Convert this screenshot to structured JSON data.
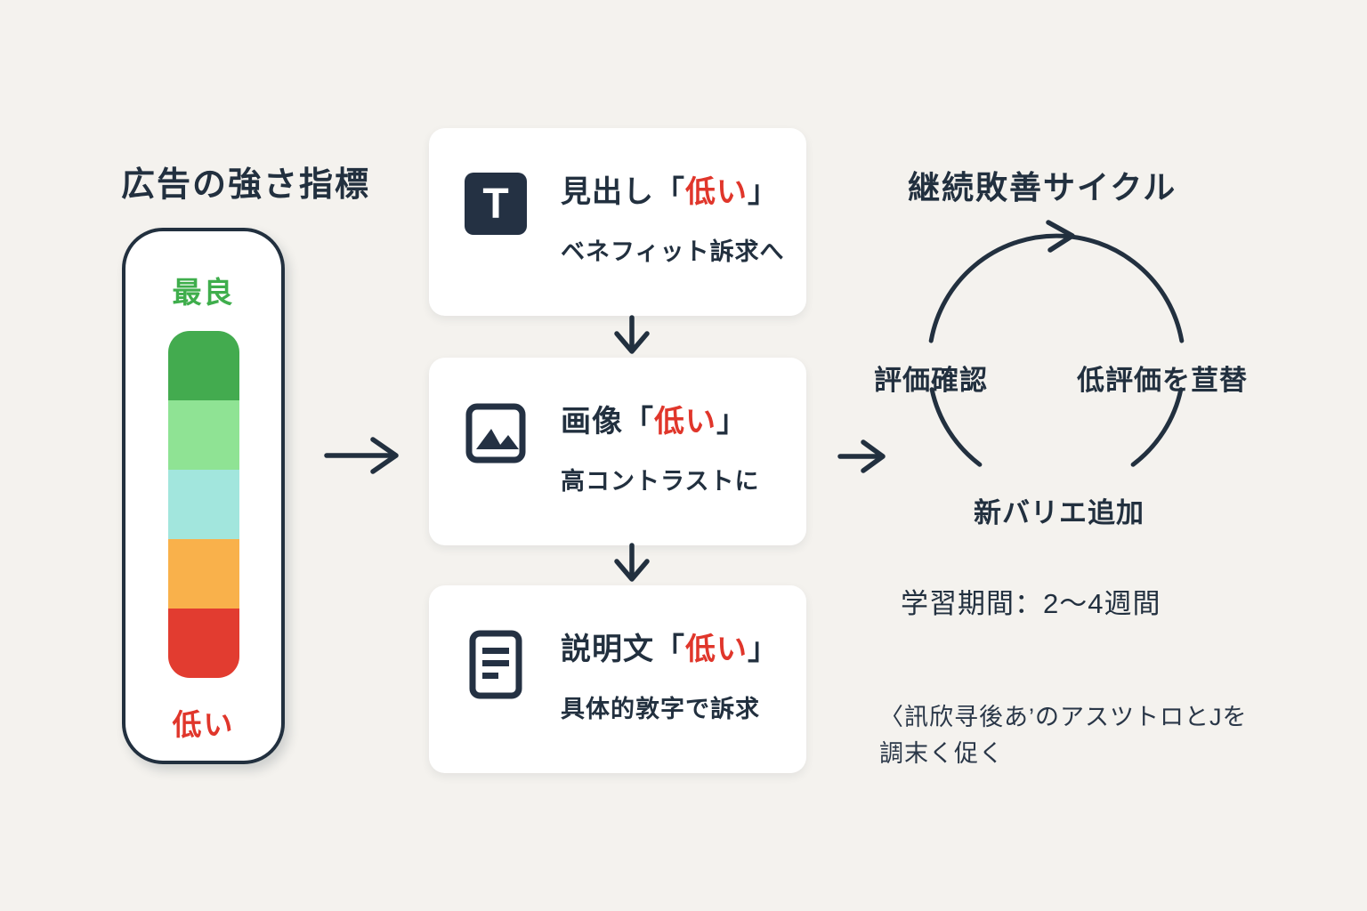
{
  "colors": {
    "background": "#f4f2ee",
    "ink": "#22303f",
    "accent_red": "#e0362b",
    "accent_green": "#3fae4c",
    "card_bg": "#ffffff"
  },
  "left_panel": {
    "title": "広告の強さ指標",
    "scale": {
      "top_label": "最良",
      "bottom_label": "低い",
      "segments": [
        {
          "name": "best",
          "color": "#43ab4f"
        },
        {
          "name": "very-good",
          "color": "#8fe394"
        },
        {
          "name": "average",
          "color": "#a2e6dd"
        },
        {
          "name": "poor",
          "color": "#f9b14b"
        },
        {
          "name": "low",
          "color": "#e23c30"
        }
      ]
    }
  },
  "flow": {
    "cards": [
      {
        "icon": "text-icon",
        "icon_glyph": "T",
        "title_before": "見出し「",
        "title_accent": "低い",
        "title_after": "」",
        "subtitle": "ベネフィット訴求へ"
      },
      {
        "icon": "image-icon",
        "title_before": "画像「",
        "title_accent": "低い",
        "title_after": "」",
        "subtitle": "高コントラストに"
      },
      {
        "icon": "document-icon",
        "title_before": "説明文「",
        "title_accent": "低い",
        "title_after": "」",
        "subtitle": "具体的敦字で訴求"
      }
    ]
  },
  "cycle": {
    "title": "継続敗善サイクル",
    "label_left": "評価確認",
    "label_right": "低評価を荁替",
    "label_bottom": "新バリエ追加",
    "learning_period": "学習期間：2〜4週間",
    "note_line1": "〈訊欣寻後あ’のアスツトロとJを",
    "note_line2": "調末く促く"
  }
}
